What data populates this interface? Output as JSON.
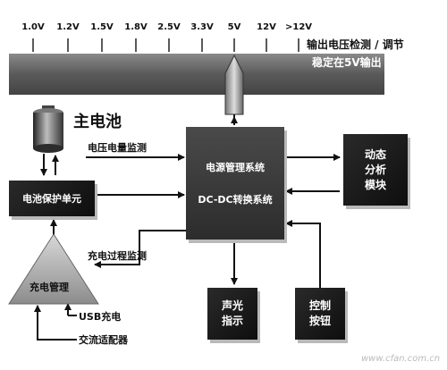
{
  "voltage_scale": {
    "ticks": [
      "1.0V",
      "1.2V",
      "1.5V",
      "1.8V",
      "2.5V",
      "3.3V",
      "5V",
      "12V",
      ">12V"
    ],
    "caption_line1": "输出电压检测 / 调节",
    "caption_line2": "稳定在5V输出"
  },
  "battery": {
    "title": "主电池"
  },
  "labels": {
    "voltage_monitor": "电压电量监测",
    "charge_monitor": "充电过程监测",
    "usb_charge": "USB充电",
    "ac_adapter": "交流适配器"
  },
  "blocks": {
    "battery_protection": "电池保护单元",
    "charge_management": "充电管理",
    "power_system_line1": "电源管理系统",
    "power_system_line2": "DC-DC转换系统",
    "dynamic_analysis": "动态\n分析\n模块",
    "sound_light": "声光\n指示",
    "control_button": "控制\n按钮"
  },
  "watermark": "www.cfan.com.cn",
  "colors": {
    "block_dark": "#1a1a1a",
    "block_mid": "#3a3a3a",
    "bar": "#555555"
  }
}
